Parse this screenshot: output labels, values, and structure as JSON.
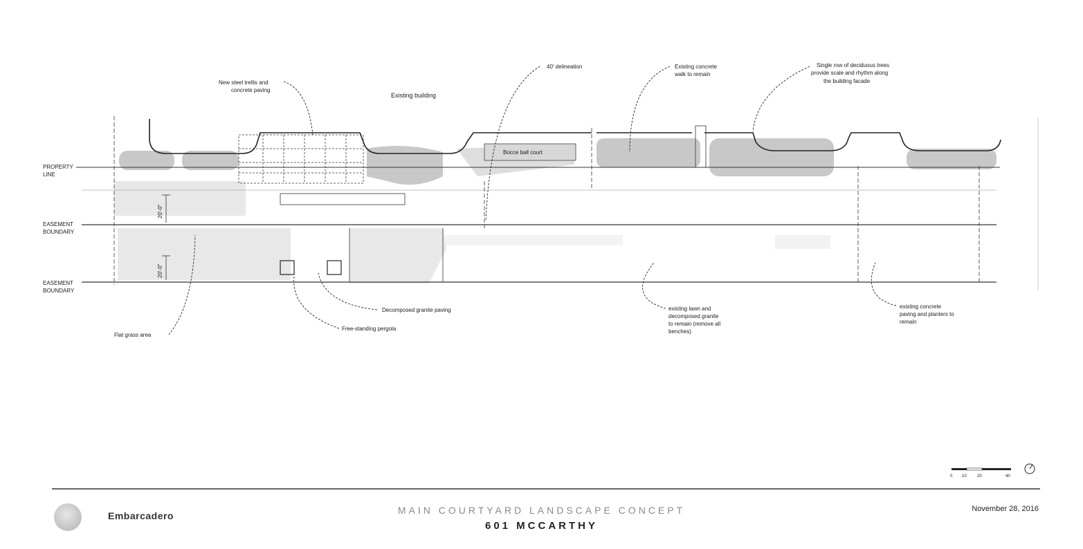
{
  "labels": {
    "property_line": [
      "PROPERTY",
      "LINE"
    ],
    "easement_boundary_1": [
      "EASEMENT",
      "BOUNDARY"
    ],
    "easement_boundary_2": [
      "EASEMENT",
      "BOUNDARY"
    ],
    "trellis": [
      "New steel trellis and",
      "concrete paving"
    ],
    "existing_building": "Existing building",
    "delineation": "40' delineation",
    "walk": [
      "Existing concrete",
      "walk to remain"
    ],
    "trees": [
      "Single row of deciduous trees",
      "provide scale and rhythm along",
      "the building facade"
    ],
    "bocce": "Bocce ball court",
    "dim_1": "20'-0\"",
    "dim_2": "20'-0\"",
    "dg_paving": "Decomposed granite paving",
    "pergola": "Free-standing pergola",
    "flat_grass": "Flat grass area",
    "lawn": [
      "existing lawn and",
      "decomposed granite",
      "to remain (remove all",
      "benches)"
    ],
    "concrete_planters": [
      "existing concrete",
      "paving and planters to",
      "remain"
    ],
    "scale_ticks": [
      "0",
      "10",
      "20",
      "40"
    ]
  },
  "footer": {
    "brand": "Embarcadero",
    "title_line1": "MAIN COURTYARD LANDSCAPE CONCEPT",
    "title_line2": "601 MCCARTHY",
    "date": "November 28, 2016"
  },
  "icons": {
    "north_arrow": "north-arrow-icon",
    "logo": "company-logo-icon"
  }
}
